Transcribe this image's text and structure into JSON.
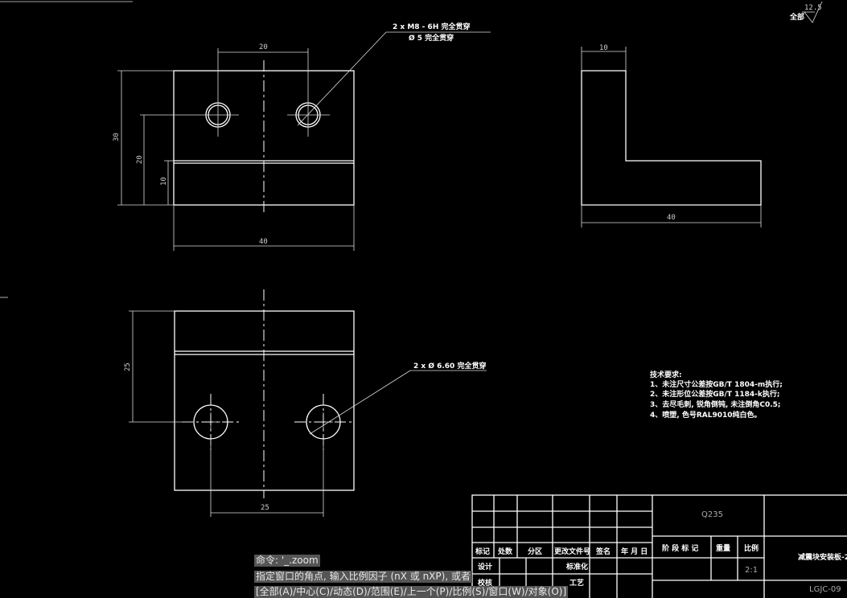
{
  "drawing": {
    "surface_finish": {
      "label": "全部",
      "value": "12.5"
    },
    "front_view": {
      "dims": {
        "hole_spacing": "20",
        "height": "30",
        "hole_height": "20",
        "step_height": "10",
        "width": "40"
      },
      "hole_note": {
        "line1": "2 x  M8 - 6H 完全贯穿",
        "line2": "Ø 5 完全贯穿"
      }
    },
    "side_view": {
      "dims": {
        "thickness": "10",
        "length": "40"
      }
    },
    "bottom_view": {
      "dims": {
        "hole_offset": "25",
        "hole_spacing": "25"
      },
      "hole_note": "2 x  Ø 6.60 完全贯穿"
    },
    "tech_requirements": [
      "技术要求:",
      "1、未注尺寸公差按GB/T 1804-m执行;",
      "2、未注形位公差按GB/T 1184-k执行;",
      "3、去尽毛刺, 锐角倒钝, 未注倒角C0.5;",
      "4、喷塑, 色号RAL9010纯白色。"
    ]
  },
  "title_block": {
    "headers": [
      "标记",
      "处数",
      "分区",
      "更改文件号",
      "签名",
      "年 月 日"
    ],
    "design": "设计",
    "standardization": "标准化",
    "check": "校核",
    "process": "工艺",
    "material": "Q235",
    "stage_mark": "阶 段 标 记",
    "weight": "重量",
    "scale_label": "比例",
    "scale": "2:1",
    "part_name": "减震块安装板-2",
    "part_number": "LGJC-09"
  },
  "command_line": {
    "history": "命令: '_.zoom",
    "prompt": "指定窗口的角点, 输入比例因子 (nX 或 nXP), 或者",
    "options": "[全部(A)/中心(C)/动态(D)/范围(E)/上一个(P)/比例(S)/窗口(W)/对象(O)]"
  }
}
